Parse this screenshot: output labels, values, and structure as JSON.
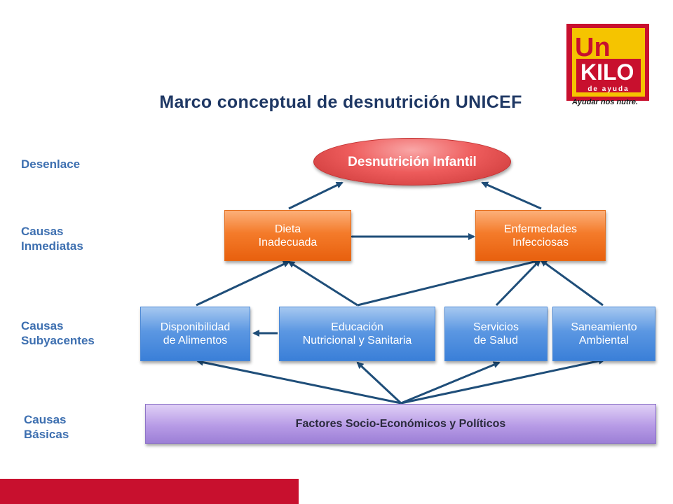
{
  "title": "Marco conceptual de desnutrición UNICEF",
  "levels": {
    "outcome": "Desenlace",
    "immediate_line1": "Causas",
    "immediate_line2": "Inmediatas",
    "underlying_line1": "Causas",
    "underlying_line2": "Subyacentes",
    "basic_line1": "Causas",
    "basic_line2": "Básicas"
  },
  "nodes": {
    "outcome": "Desnutrición Infantil",
    "diet_line1": "Dieta",
    "diet_line2": "Inadecuada",
    "disease_line1": "Enfermedades",
    "disease_line2": "Infecciosas",
    "food_line1": "Disponibilidad",
    "food_line2": "de Alimentos",
    "education_line1": "Educación",
    "education_line2": "Nutricional y Sanitaria",
    "health_line1": "Servicios",
    "health_line2": "de Salud",
    "sanitation_line1": "Saneamiento",
    "sanitation_line2": "Ambiental",
    "basic": "Factores Socio-Económicos y Políticos"
  },
  "logo": {
    "line1": "Un",
    "line2": "KILO",
    "line3": "de ayuda",
    "tagline": "Ayudar nos nutre."
  },
  "colors": {
    "title": "#1f3864",
    "level_labels": "#3d6fb0",
    "arrows": "#1f4e79",
    "orange_boxes": "#f47b2a",
    "blue_boxes": "#3a7fd8",
    "purple_box": "#b79be6",
    "outcome_oval": "#ee5c5c",
    "logo_yellow": "#f5c400",
    "logo_red": "#c8102e"
  }
}
